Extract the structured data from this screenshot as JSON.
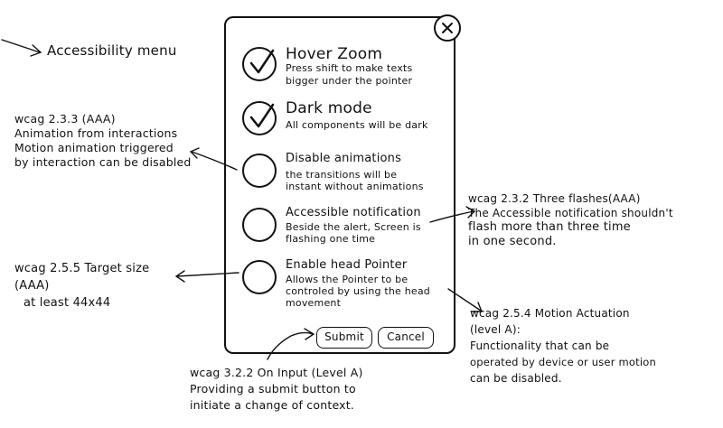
{
  "menu_label": "Accessibility menu",
  "options": [
    {
      "title": "Hover Zoom",
      "desc": [
        "Press shift to make texts",
        "bigger under the pointer"
      ],
      "checked": true
    },
    {
      "title": "Dark mode",
      "desc": [
        "All components will be dark"
      ],
      "checked": true
    },
    {
      "title": "Disable animations",
      "desc": [
        "the transitions will be",
        "instant without animations"
      ],
      "checked": false
    },
    {
      "title": "Accessible notification",
      "desc": [
        "Beside the alert, Screen is",
        "flashing one time"
      ],
      "checked": false
    },
    {
      "title": "Enable head Pointer",
      "desc": [
        "Allows the Pointer to be",
        "controled by using the head",
        "movement"
      ],
      "checked": false
    }
  ],
  "buttons": {
    "submit": "Submit",
    "cancel": "Cancel"
  },
  "notes": {
    "wcag233": [
      "wcag 2.3.3 (AAA)",
      "Animation from interactions",
      "Motion animation triggered",
      "by interaction can be disabled"
    ],
    "wcag232": [
      "wcag 2.3.2 Three flashes(AAA)",
      "The Accessible notification shouldn't",
      "flash more than three time",
      "in one second."
    ],
    "wcag255": [
      "wcag 2.5.5 Target size",
      "(AAA)",
      "at least 44x44"
    ],
    "wcag254": [
      "wcag 2.5.4 Motion Actuation",
      "(level A):",
      "Functionality that can be",
      "operated by device or user motion",
      "can be disabled."
    ],
    "wcag322": [
      "wcag 3.2.2 On Input (Level A)",
      "Providing a submit button to",
      "initiate a change of context."
    ]
  },
  "icons": {
    "close": "close-icon",
    "check": "check-icon"
  }
}
